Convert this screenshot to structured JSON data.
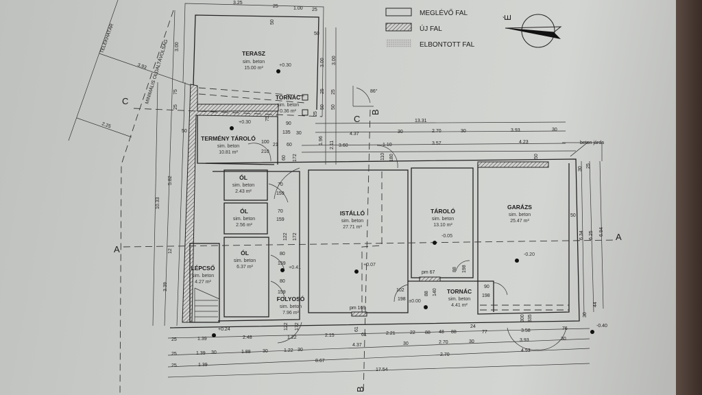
{
  "legend": {
    "existing_wall": "MEGLÉVŐ FAL",
    "new_wall": "ÚJ FAL",
    "demolished_wall": "ELBONTOTT FAL"
  },
  "compass": {
    "north_label": "É"
  },
  "rooms": {
    "terasz": {
      "name": "TERASZ",
      "floor": "sim. beton",
      "area": "15.00 m²",
      "level": "+0.30"
    },
    "tornac_north": {
      "name": "TORNÁC",
      "floor": "sim. beton",
      "area": "0.36 m²"
    },
    "termeny": {
      "name": "TERMÉNY TÁROLÓ",
      "floor": "sim. beton",
      "area": "10.81 m²",
      "level": "+0.30"
    },
    "ol1": {
      "name": "ÓL",
      "floor": "sim. beton",
      "area": "2.43 m²"
    },
    "ol2": {
      "name": "ÓL",
      "floor": "sim. beton",
      "area": "2.56 m²"
    },
    "ol3": {
      "name": "ÓL",
      "floor": "sim. beton",
      "area": "6.37 m²"
    },
    "lepcso": {
      "name": "LÉPCSŐ",
      "floor": "sim. beton",
      "area": "4.27 m²"
    },
    "folyoso": {
      "name": "FOLYOSÓ",
      "floor": "sim. beton",
      "area": "7.96 m²",
      "level": "+0.41"
    },
    "istallo": {
      "name": "ISTÁLLÓ",
      "floor": "sim. beton",
      "area": "27.71 m²",
      "level": "+0.07"
    },
    "tarolo": {
      "name": "TÁROLÓ",
      "floor": "sim. beton",
      "area": "13.10 m²",
      "level": "-0.05"
    },
    "garazs": {
      "name": "GARÁZS",
      "floor": "sim. beton",
      "area": "25.47 m²",
      "level": "-0.20"
    },
    "tornac_south": {
      "name": "TORNÁC",
      "floor": "sim. beton",
      "area": "4.41 m²",
      "level": "±0.00"
    }
  },
  "annotations": {
    "plot_boundary": "TELEKHATÁR",
    "min_side_distance": "MINIMÁLIS OLDALTÁVOLSÁG",
    "concrete_path": "beton járda",
    "angle": "86°",
    "level_outside_west": "+0.24",
    "level_outside_east": "-0.40",
    "section_a": "A",
    "section_b": "B",
    "section_c": "C"
  },
  "dimensions": [
    "3.25",
    "25",
    "1.00",
    "25",
    "50",
    "50",
    "3.00",
    "3.00",
    "25",
    "50",
    "25",
    "50",
    "25",
    "1.96",
    "2.11",
    "75",
    "3.00",
    "75",
    "25",
    "50",
    "10.33",
    "5.82",
    "12",
    "3.39",
    "3.93",
    "2.25",
    "13.31",
    "30",
    "2.70",
    "30",
    "3.93",
    "30",
    "4.37",
    "3.60",
    "1.10",
    "3.57",
    "4.23",
    "90",
    "135",
    "30",
    "100",
    "21",
    "60",
    "210",
    "50",
    "6.34",
    "6.25",
    "6.94",
    "30",
    "25",
    "44",
    "30",
    "50",
    "70",
    "159",
    "70",
    "159",
    "122",
    "172",
    "80",
    "159",
    "80",
    "159",
    "102",
    "198",
    "88",
    "140",
    "pm 67",
    "88",
    "198",
    "90",
    "198",
    "pm 169",
    "300",
    "335",
    "122",
    "172",
    "61",
    "172",
    "60",
    "110",
    "180",
    "25",
    "1.39",
    "2.48",
    "1.22",
    "2.15",
    "61",
    "2.21",
    "22",
    "88",
    "48",
    "88",
    "24",
    "77",
    "3.58",
    "76",
    "25",
    "1.39",
    "30",
    "1.88",
    "30",
    "1.22",
    "30",
    "4.37",
    "30",
    "2.70",
    "30",
    "3.93",
    "30",
    "25",
    "1.39",
    "8.67",
    "2.70",
    "4.53",
    "17.54"
  ]
}
